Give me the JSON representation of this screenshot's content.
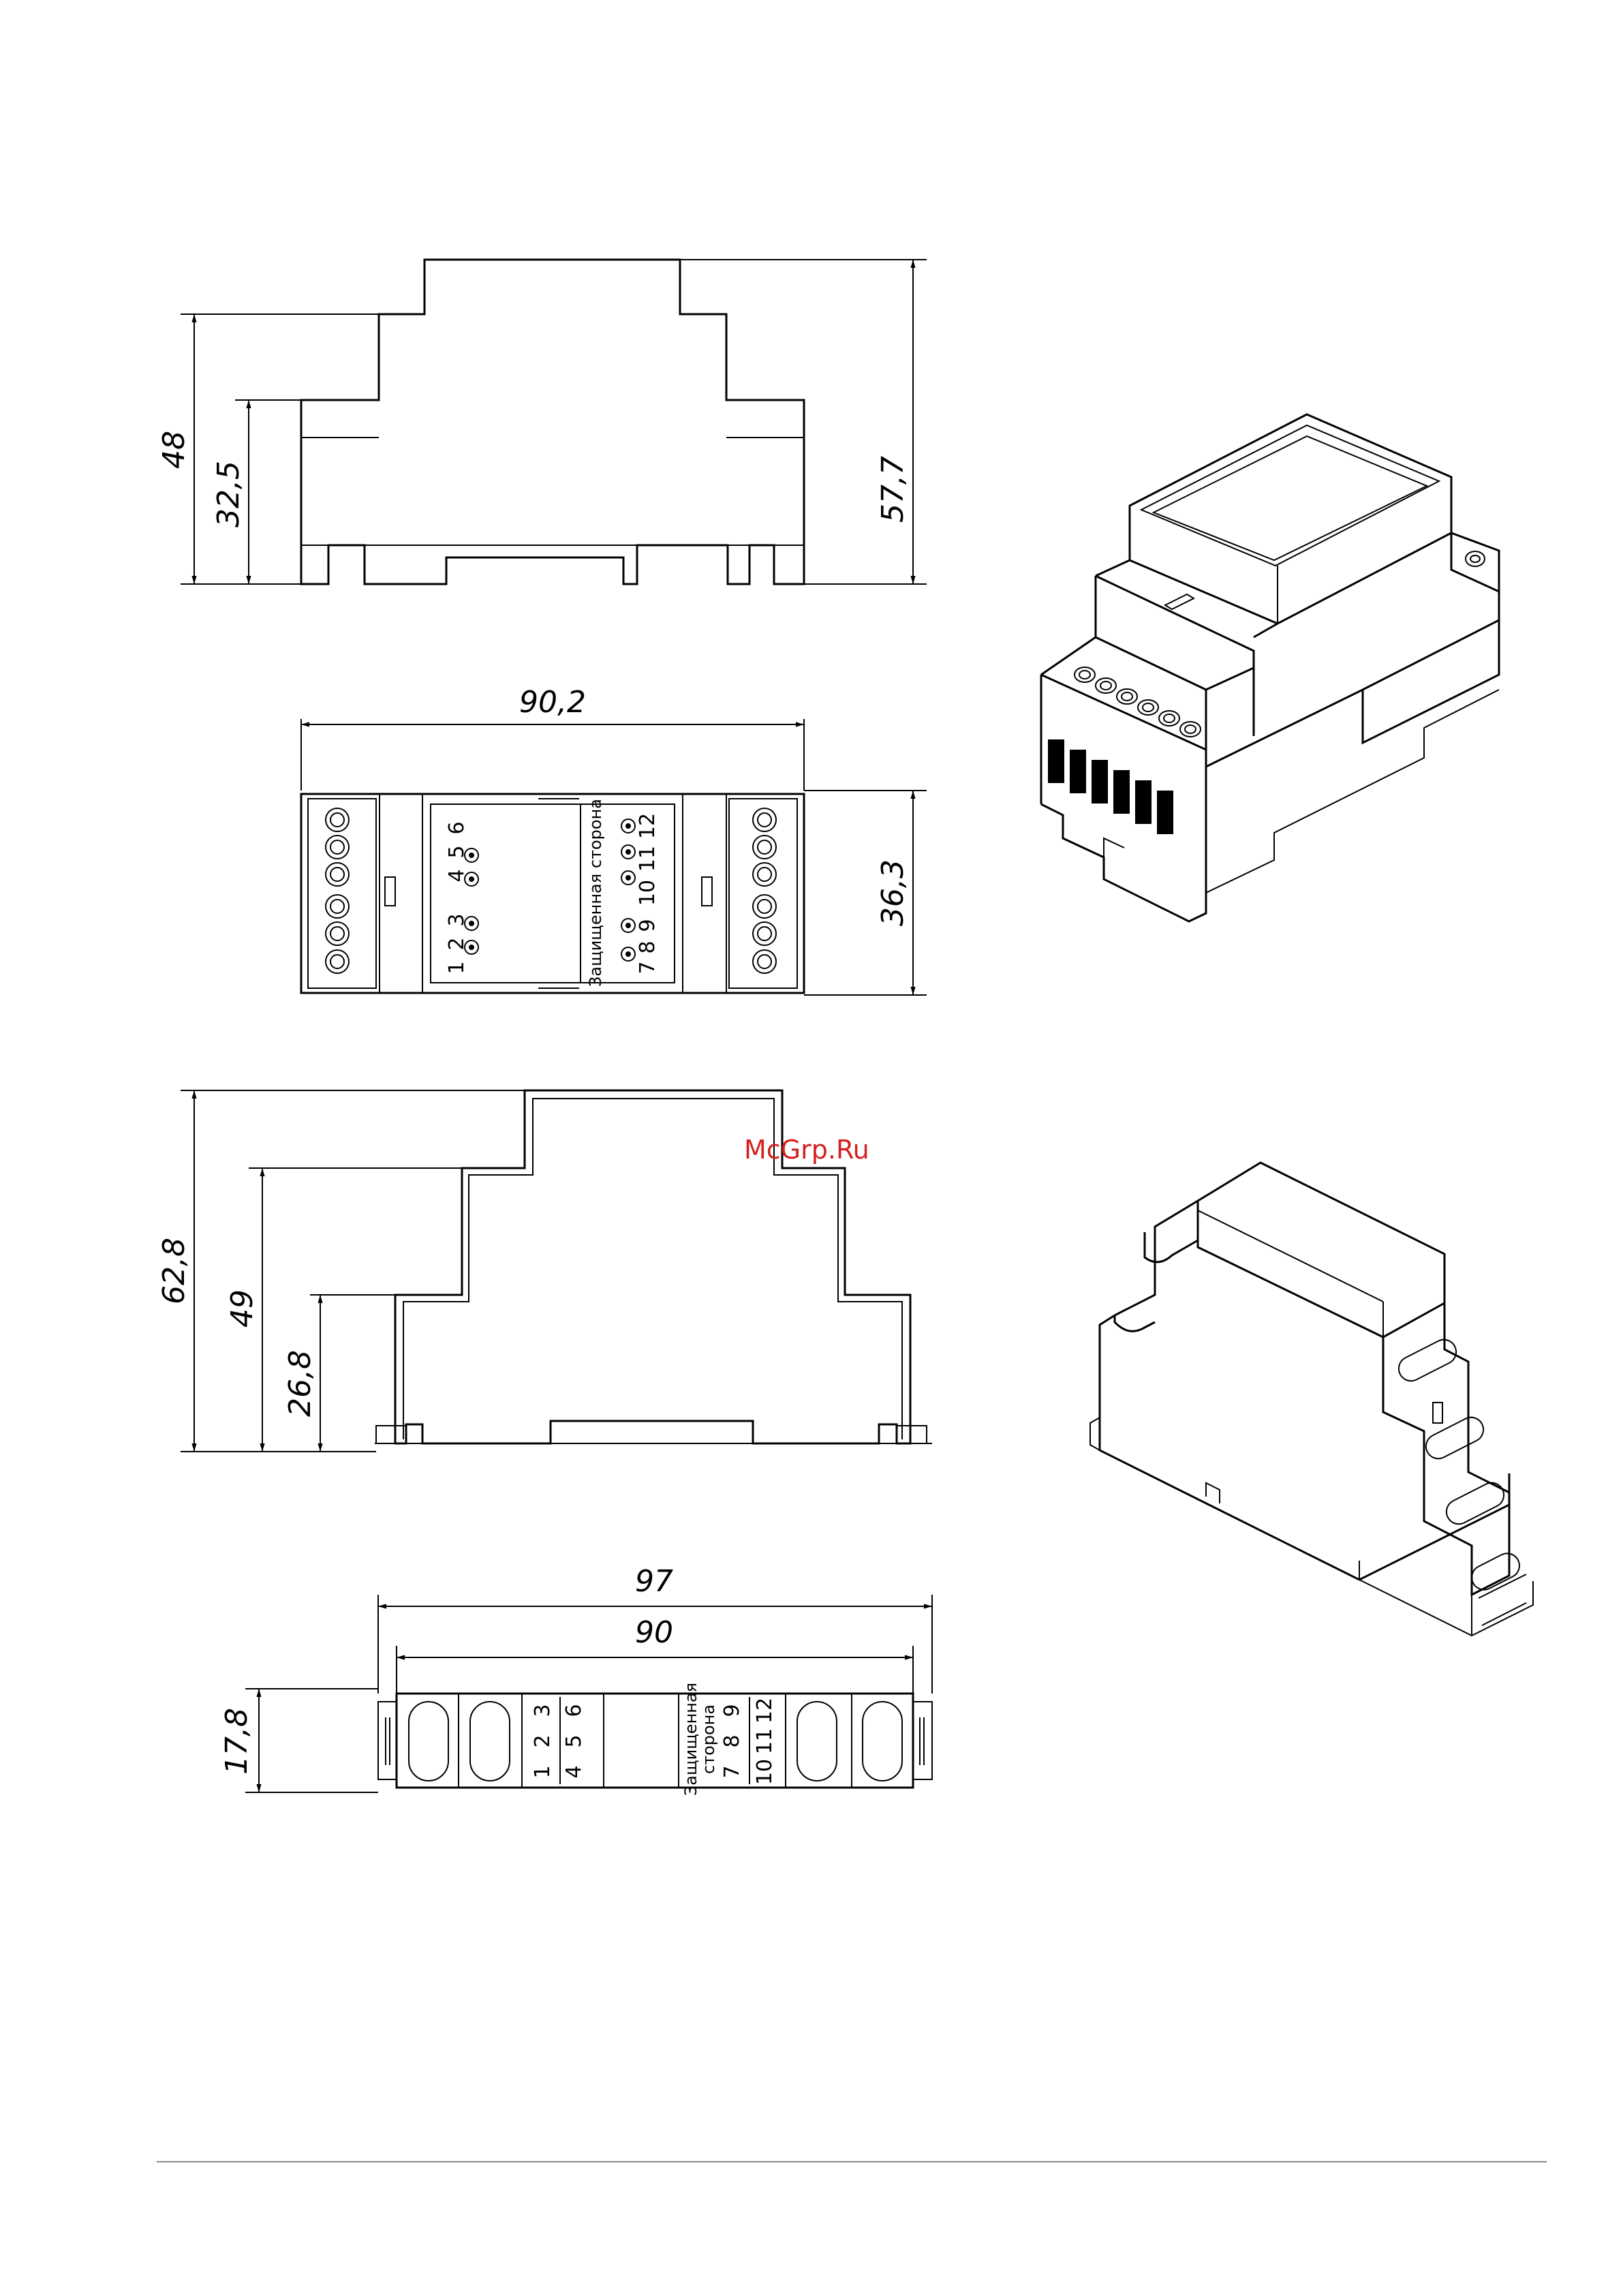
{
  "watermark": "McGrp.Ru",
  "view1": {
    "dims": {
      "d48": "48",
      "d32_5": "32,5",
      "d57_7": "57,7"
    }
  },
  "view2": {
    "dims": {
      "width": "90,2",
      "height": "36,3"
    },
    "protected_label": "Защищенная сторона",
    "terminals_left": [
      "1",
      "2",
      "3",
      "4",
      "5",
      "6"
    ],
    "terminals_right": [
      "7",
      "8",
      "9",
      "10",
      "11",
      "12"
    ]
  },
  "view3": {
    "dims": {
      "d62_8": "62,8",
      "d49": "49",
      "d26_8": "26,8"
    }
  },
  "view4": {
    "dims": {
      "outer": "97",
      "inner": "90",
      "height": "17,8"
    },
    "protected_label_line1": "Защищенная",
    "protected_label_line2": "сторона",
    "terminal_rows_left": [
      [
        "1",
        "2",
        "3"
      ],
      [
        "4",
        "5",
        "6"
      ]
    ],
    "terminal_rows_right": [
      [
        "7",
        "8",
        "9"
      ],
      [
        "10",
        "11",
        "12"
      ]
    ]
  }
}
